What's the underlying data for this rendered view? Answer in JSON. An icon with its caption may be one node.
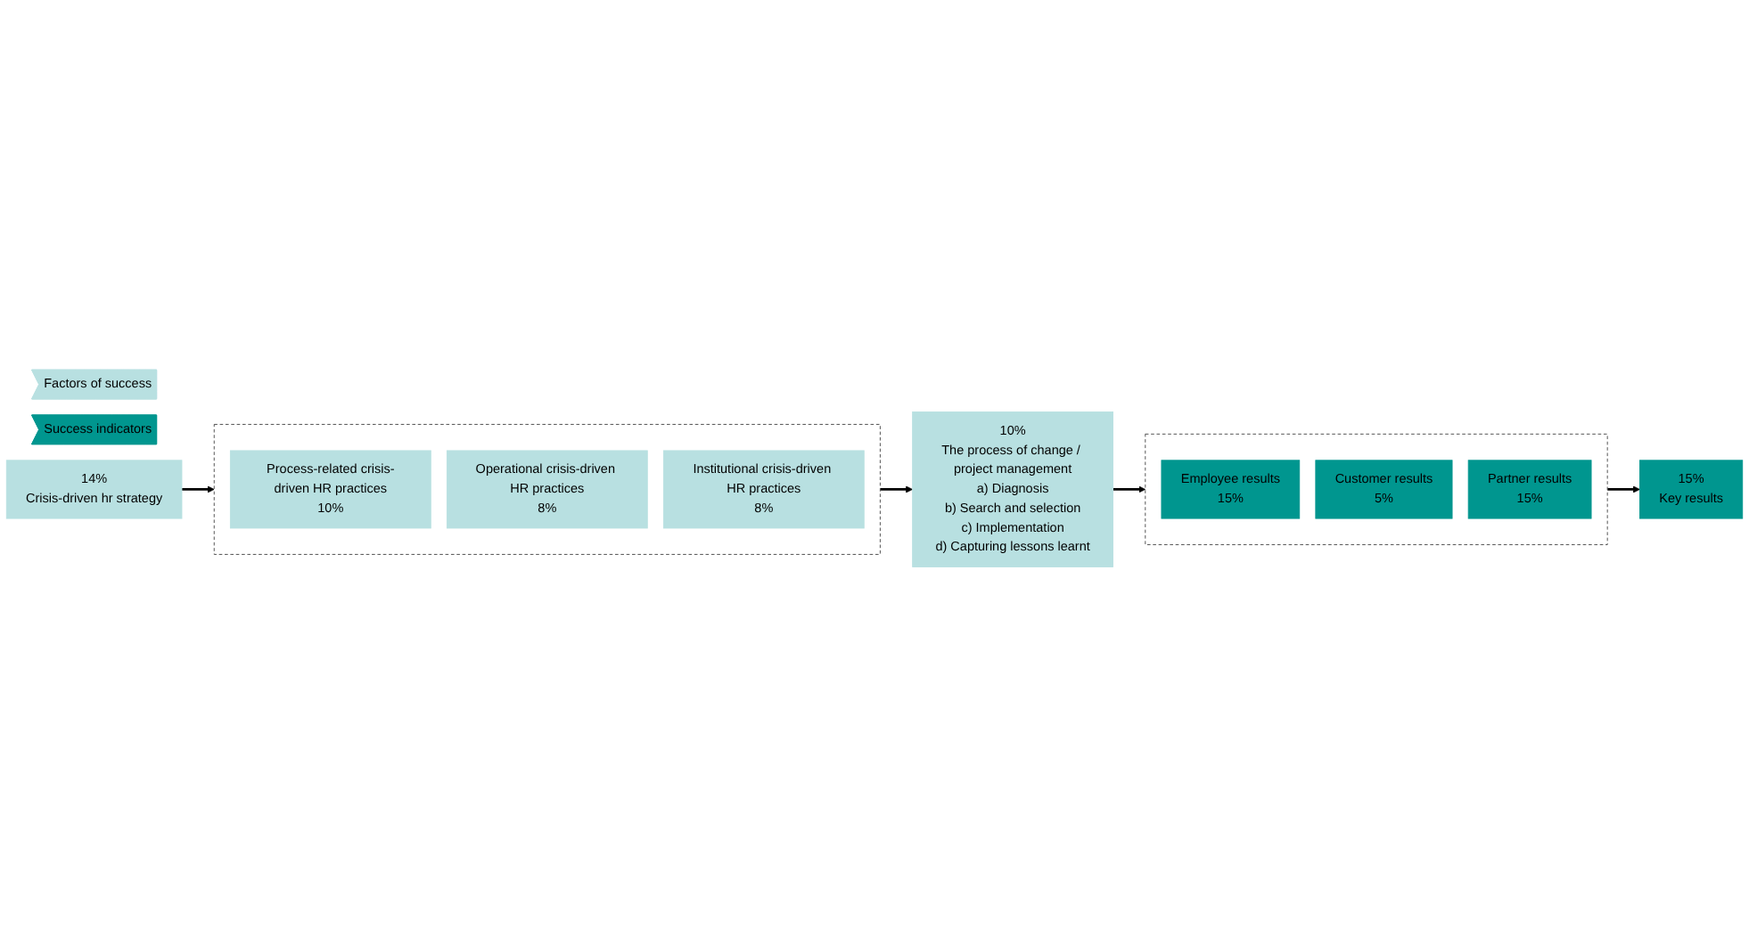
{
  "diagram": {
    "nodes": [
      {
        "text": [
          "Factors of success"
        ]
      },
      {
        "text": [
          "Success indicators"
        ]
      },
      {
        "text": [
          "14%",
          "Crisis-driven hr strategy"
        ]
      },
      {
        "text": [],
        "shape": "box"
      },
      {
        "text": [
          "Process-related crisis-driven HR practices",
          "10%"
        ],
        "in": 3
      },
      {
        "text": [
          "Operational crisis-driven HR practices",
          "8%"
        ],
        "in": 3
      },
      {
        "text": [
          "Institutional crisis-driven HR practices",
          "8%"
        ],
        "in": 3
      },
      {
        "text": [
          "10%",
          "The process of change / project management",
          "a) Diagnosis",
          "b) Search and selection",
          "c) Implementation",
          "d) Capturing lessons learnt"
        ]
      },
      {
        "text": [],
        "shape": "box"
      },
      {
        "text": [
          "Employee results",
          "15%"
        ],
        "in": 8
      },
      {
        "text": [
          "Customer results",
          "5%"
        ],
        "in": 8
      },
      {
        "text": [
          "Partner results",
          "15%"
        ],
        "in": 8
      },
      {
        "text": [
          "15%",
          "Key results"
        ]
      }
    ],
    "edges": [
      {
        "from": 2,
        "to": 3,
        "arrow": "to"
      },
      {
        "from": 3,
        "to": 7,
        "arrow": "to"
      },
      {
        "from": 7,
        "to": 8,
        "arrow": "to"
      },
      {
        "from": 8,
        "to": 12,
        "arrow": "to"
      }
    ]
  }
}
